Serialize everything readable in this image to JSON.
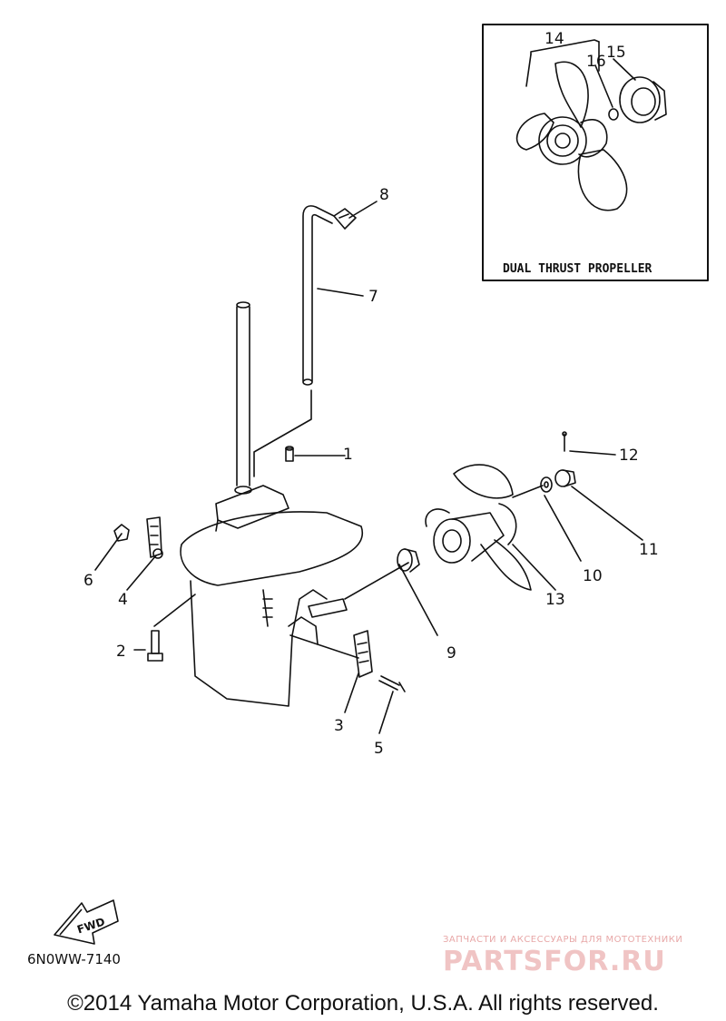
{
  "inset": {
    "caption": "DUAL THRUST PROPELLER"
  },
  "callouts": {
    "c1": "1",
    "c2": "2",
    "c3": "3",
    "c4": "4",
    "c5": "5",
    "c6": "6",
    "c7": "7",
    "c8": "8",
    "c9": "9",
    "c10": "10",
    "c11": "11",
    "c12": "12",
    "c13": "13",
    "c14": "14",
    "c15": "15",
    "c16": "16"
  },
  "fwd_label": "FWD",
  "diagram_code": "6N0WW-7140",
  "copyright": "©2014 Yamaha Motor Corporation, U.S.A. All rights reserved.",
  "watermark": {
    "tagline": "ЗАПЧАСТИ И АКСЕССУАРЫ ДЛЯ МОТОТЕХНИКИ",
    "brand": "PARTSFOR.RU",
    "color": "#e06060"
  }
}
